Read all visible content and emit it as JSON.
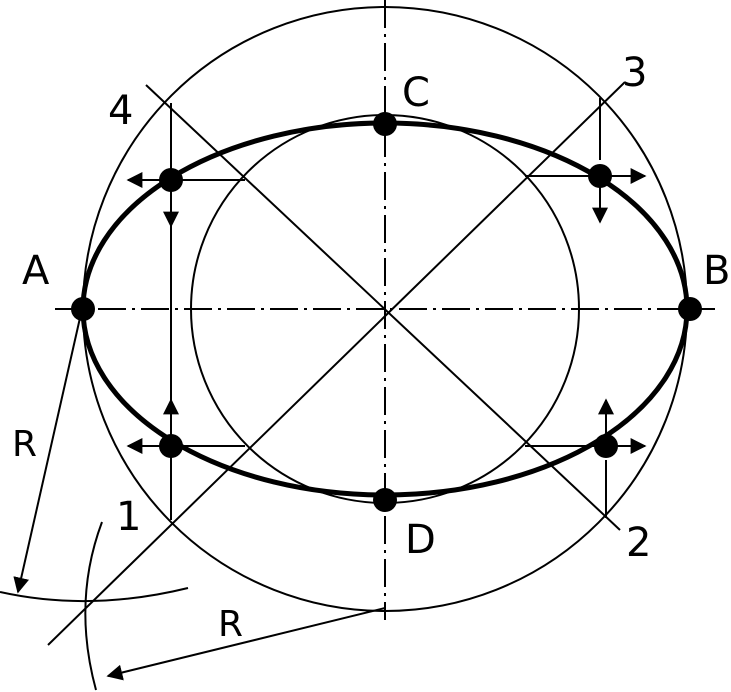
{
  "labels": {
    "A": "A",
    "B": "B",
    "C": "C",
    "D": "D",
    "n1": "1",
    "n2": "2",
    "n3": "3",
    "n4": "4",
    "r_left": "R",
    "r_bottom": "R"
  }
}
